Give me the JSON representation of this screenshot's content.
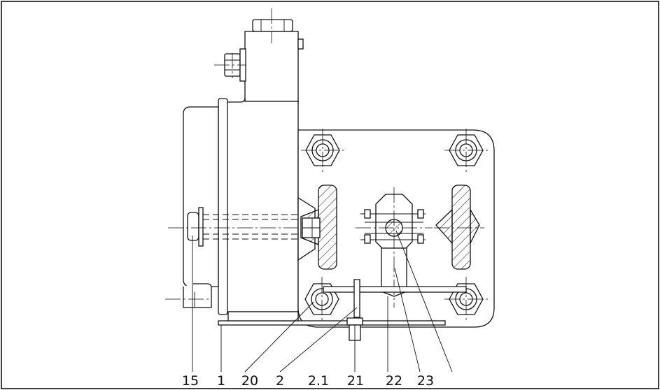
{
  "diagram": {
    "callouts": [
      {
        "id": "15",
        "label": "15"
      },
      {
        "id": "1",
        "label": "1"
      },
      {
        "id": "20",
        "label": "20"
      },
      {
        "id": "2",
        "label": "2"
      },
      {
        "id": "2.1",
        "label": "2.1"
      },
      {
        "id": "21",
        "label": "21"
      },
      {
        "id": "22",
        "label": "22"
      },
      {
        "id": "23",
        "label": "23"
      }
    ]
  }
}
